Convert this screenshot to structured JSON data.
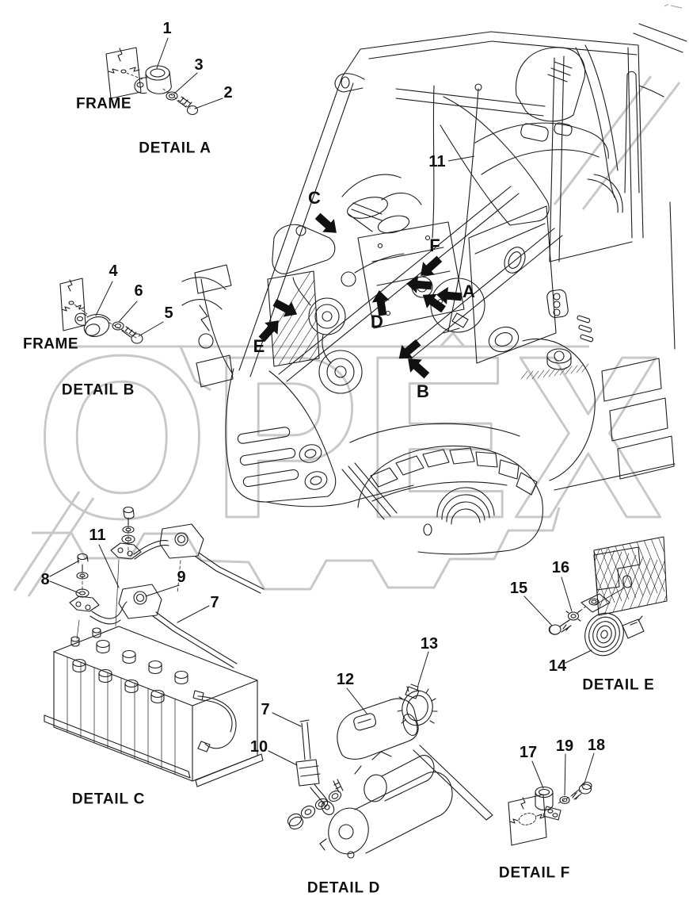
{
  "page": {
    "background": "#ffffff",
    "ink_color": "#1c1c1c",
    "watermark_color": "#c8c8c8"
  },
  "watermark": {
    "text": "OPEX"
  },
  "machine": {
    "part_11": "11",
    "zones": {
      "a": "A",
      "b": "B",
      "c": "C",
      "d": "D",
      "e": "E",
      "f": "F"
    }
  },
  "details": {
    "a": {
      "title": "DETAIL A",
      "frame": "FRAME",
      "parts": {
        "p1": "1",
        "p2": "2",
        "p3": "3"
      }
    },
    "b": {
      "title": "DETAIL B",
      "frame": "FRAME",
      "parts": {
        "p4": "4",
        "p5": "5",
        "p6": "6"
      }
    },
    "c": {
      "title": "DETAIL C",
      "parts": {
        "p7": "7",
        "p8": "8",
        "p9": "9",
        "p11": "11"
      }
    },
    "d": {
      "title": "DETAIL D",
      "parts": {
        "p7": "7",
        "p10": "10",
        "p12": "12",
        "p13": "13"
      }
    },
    "e": {
      "title": "DETAIL E",
      "parts": {
        "p14": "14",
        "p15": "15",
        "p16": "16"
      }
    },
    "f": {
      "title": "DETAIL F",
      "parts": {
        "p17": "17",
        "p18": "18",
        "p19": "19"
      }
    }
  }
}
